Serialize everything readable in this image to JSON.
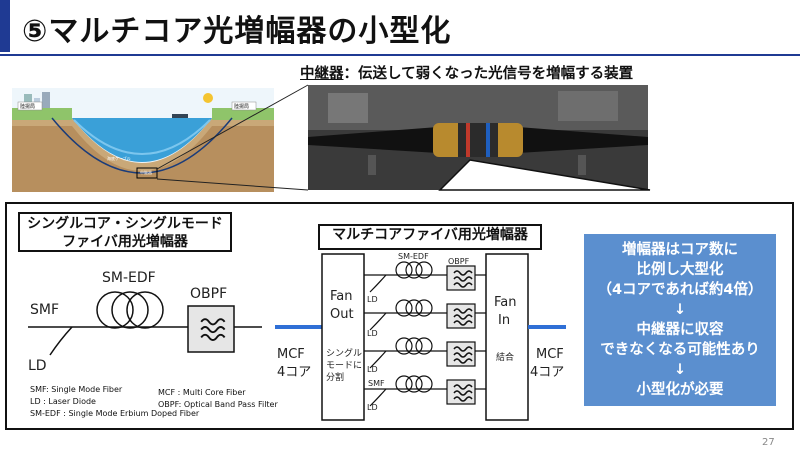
{
  "title": "⑤マルチコア光増幅器の小型化",
  "repeater_def": {
    "term": "中継器",
    "text": "：伝送して弱くなった光信号を増幅する装置"
  },
  "illustration": {
    "left_station": "陸揚局",
    "right_station": "陸揚局",
    "cable": "海底ケーブル",
    "repeater": "中継器"
  },
  "single": {
    "title_line1": "シングルコア・シングルモード",
    "title_line2": "ファイバ用光増幅器",
    "smedf": "SM-EDF",
    "obpf": "OBPF",
    "smf": "SMF",
    "ld": "LD"
  },
  "multi": {
    "title": "マルチコアファイバ用光増幅器",
    "smedf": "SM-EDF",
    "obpf": "OBPF",
    "ld": "LD",
    "fanout_line1": "Fan",
    "fanout_line2": "Out",
    "fanout_desc1": "シングル",
    "fanout_desc2": "モードに",
    "fanout_desc3": "分割",
    "smf": "SMF",
    "fanin_line1": "Fan",
    "fanin_line2": "In",
    "fanin_desc": "結合",
    "mcf_left1": "MCF",
    "mcf_left2": "4コア",
    "mcf_right1": "MCF",
    "mcf_right2": "4コア"
  },
  "legend": {
    "l1": "SMF:          Single Mode Fiber",
    "l2": "LD :           Laser Diode",
    "l3": "SM-EDF : Single Mode Erbium Doped Fiber",
    "r1": "MCF :    Multi Core Fiber",
    "r2": "OBPF:   Optical Band Pass Filter"
  },
  "callout": {
    "line1": "増幅器はコア数に",
    "line2": "比例し大型化",
    "line3": "（4コアであれば約4倍）",
    "arrow1": "↓",
    "line4": "中継器に収容",
    "line5": "できなくなる可能性あり",
    "arrow2": "↓",
    "line6": "小型化が必要"
  },
  "page_number": "27",
  "colors": {
    "accent": "#1f3a93",
    "callout": "#5b8fcf",
    "fiber_blue": "#2f6fd6"
  },
  "icons": [
    "filter-icon",
    "fiber-coil-icon",
    "sun-icon",
    "ship-icon"
  ]
}
